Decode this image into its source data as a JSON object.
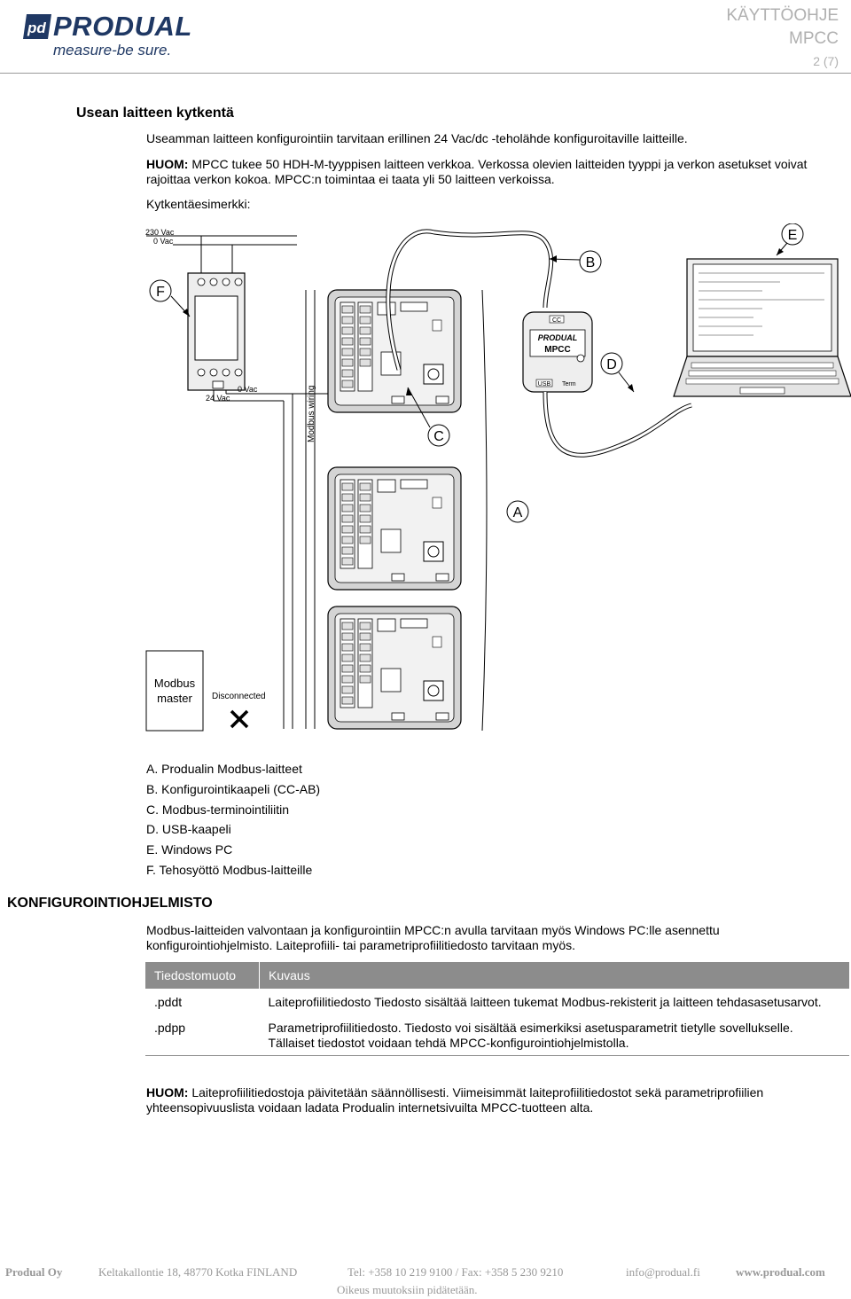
{
  "header": {
    "brand": "PRODUAL",
    "tagline": "measure-be sure.",
    "doc_type": "KÄYTTÖOHJE",
    "product": "MPCC",
    "page": "2 (7)"
  },
  "section1": {
    "title": "Usean laitteen kytkentä",
    "para1": "Useamman laitteen konfigurointiin tarvitaan erillinen 24 Vac/dc -teholähde konfiguroitaville laitteille.",
    "note_label": "HUOM:",
    "para2": " MPCC tukee 50 HDH-M-tyyppisen laitteen verkkoa. Verkossa olevien laitteiden tyyppi ja verkon asetukset voivat rajoittaa verkon kokoa. MPCC:n toimintaa ei taata yli 50 laitteen verkoissa.",
    "example_label": "Kytkentäesimerkki:"
  },
  "diagram": {
    "label_230": "230 Vac",
    "label_0top": "0 Vac",
    "label_0vac": "0 Vac",
    "label_24vac": "24 Vac",
    "wiring": "Modbus wiring",
    "master_line1": "Modbus",
    "master_line2": "master",
    "disconnected": "Disconnected",
    "mpcc_brand": "PRODUAL",
    "mpcc_name": "MPCC",
    "port_usb": "USB",
    "port_term": "Term",
    "port_cc": "CC",
    "letters": {
      "a": "A",
      "b": "B",
      "c": "C",
      "d": "D",
      "e": "E",
      "f": "F"
    }
  },
  "legend": [
    "A. Produalin Modbus-laitteet",
    "B. Konfigurointikaapeli (CC-AB)",
    "C. Modbus-terminointiliitin",
    "D. USB-kaapeli",
    "E. Windows PC",
    "F. Tehosyöttö Modbus-laitteille"
  ],
  "section2": {
    "title": "KONFIGUROINTIOHJELMISTO",
    "para": "Modbus-laitteiden valvontaan ja konfigurointiin MPCC:n avulla tarvitaan myös Windows PC:lle asennettu konfigurointiohjelmisto. Laiteprofiili- tai parametriprofiilitiedosto tarvitaan myös."
  },
  "table": {
    "headers": [
      "Tiedostomuoto",
      "Kuvaus"
    ],
    "rows": [
      [
        ".pddt",
        "Laiteprofiilitiedosto Tiedosto sisältää laitteen tukemat Modbus-rekisterit ja laitteen tehdasasetusarvot."
      ],
      [
        ".pdpp",
        "Parametriprofiilitiedosto. Tiedosto voi sisältää esimerkiksi asetusparametrit tietylle sovellukselle. Tällaiset tiedostot voidaan tehdä MPCC-konfigurointiohjelmistolla."
      ]
    ]
  },
  "note2": {
    "label": "HUOM:",
    "text": " Laiteprofiilitiedostoja päivitetään säännöllisesti. Viimeisimmät laiteprofiilitiedostot sekä parametriprofiilien yhteensopivuuslista voidaan ladata Produalin internetsivuilta MPCC-tuotteen alta."
  },
  "footer": {
    "company": "Produal Oy",
    "address": "Keltakallontie 18, 48770 Kotka FINLAND",
    "phone": "Tel: +358 10 219 9100 / Fax: +358 5 230 9210",
    "email": "info@produal.fi",
    "web": "www.produal.com",
    "note": "Oikeus muutoksiin pidätetään."
  },
  "colors": {
    "brand": "#1f3864",
    "table_header": "#8c8c8c",
    "header_gray": "#b0b0b0"
  }
}
